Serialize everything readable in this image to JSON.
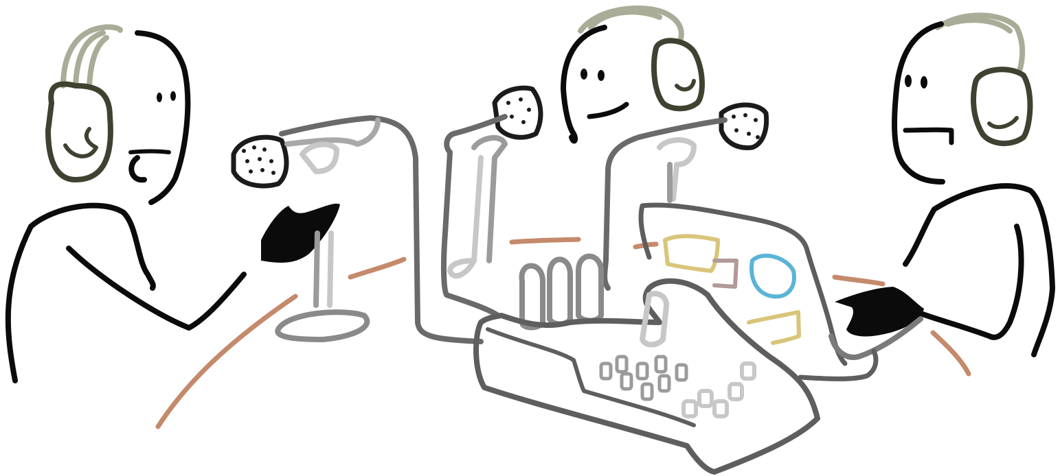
{
  "palette": {
    "ink": "#0b0b0b",
    "mic_gray": "#5e5e5e",
    "light_gray": "#c7c7c7",
    "mid_gray": "#9b9b9b",
    "headset_band": "#a9ad97",
    "headset_cup": "#3f4230",
    "desk_accent": "#c48a6b",
    "note_yellow": "#d9c57a",
    "note_blue": "#5bb4d6",
    "note_mauve": "#b29a98",
    "background": "#ffffff"
  },
  "people": [
    {
      "position": "left",
      "has_headset": true,
      "holding": "microphone-stand"
    },
    {
      "position": "center",
      "has_headset": true,
      "holding": "none"
    },
    {
      "position": "right",
      "has_headset": true,
      "holding": "mixer-cable"
    }
  ],
  "equipment": [
    "microphone",
    "microphone",
    "microphone",
    "mixing-console",
    "desk-microphone"
  ]
}
